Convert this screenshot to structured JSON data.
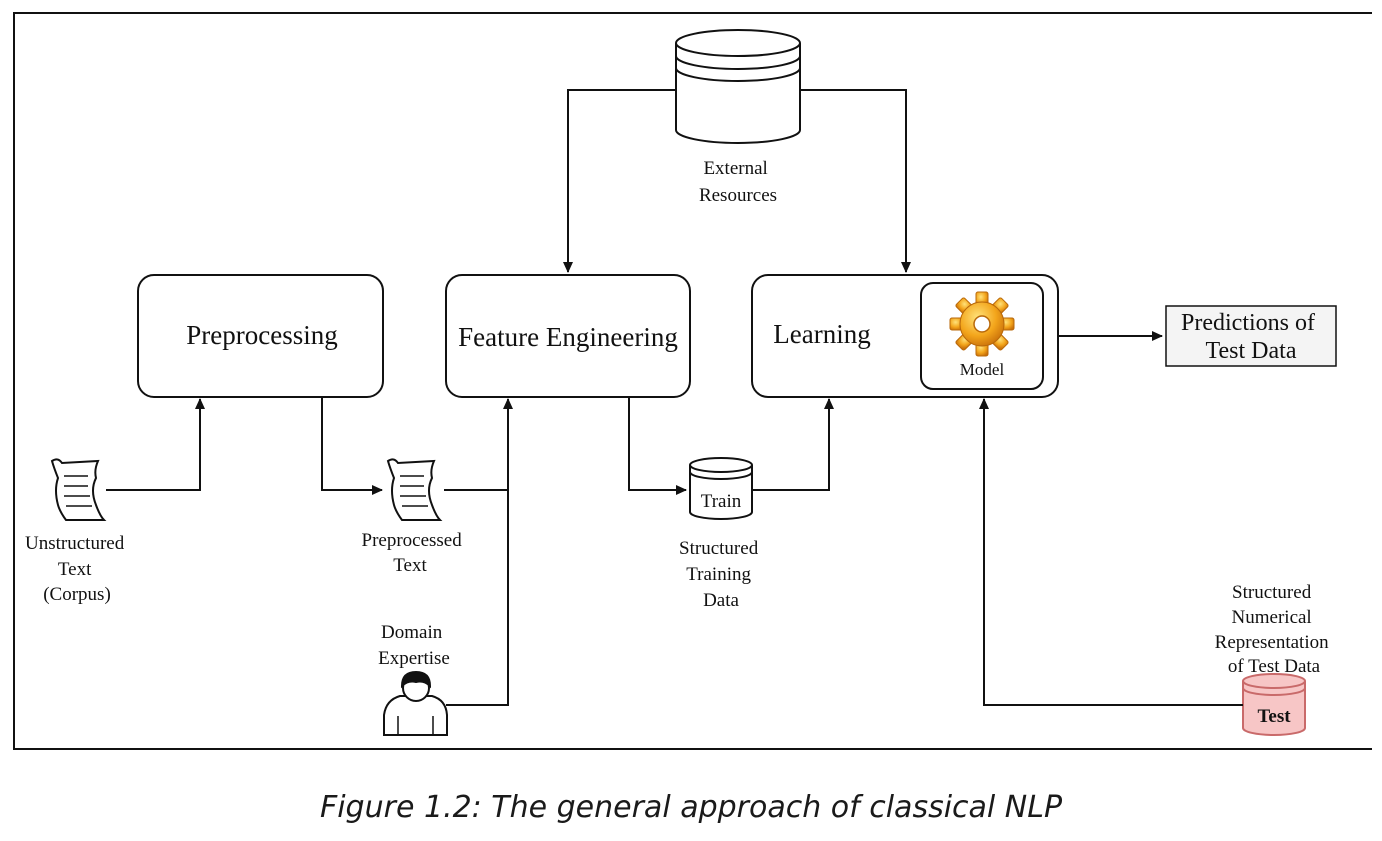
{
  "nodes": {
    "preprocessing": "Preprocessing",
    "feature_engineering": "Feature Engineering",
    "learning": "Learning",
    "model": "Model",
    "predictions": [
      "Predictions of",
      "Test Data"
    ],
    "external_resources": [
      "External",
      "Resources"
    ],
    "unstructured_text": [
      "Unstructured",
      "Text",
      "(Corpus)"
    ],
    "preprocessed_text": [
      "Preprocessed",
      "Text"
    ],
    "domain_expertise": [
      "Domain",
      "Expertise"
    ],
    "train": "Train",
    "structured_training_data": [
      "Structured",
      "Training",
      "Data"
    ],
    "structured_numerical": [
      "Structured",
      "Numerical",
      "Representation",
      "of Test Data"
    ],
    "test": "Test"
  },
  "colors": {
    "stroke": "#111111",
    "test_fill": "#f7c6c6",
    "test_stroke": "#c96a6a",
    "gear": "#f0a020",
    "predictions_fill": "#f4f4f4"
  },
  "caption": "Figure 1.2: The general approach of classical NLP"
}
